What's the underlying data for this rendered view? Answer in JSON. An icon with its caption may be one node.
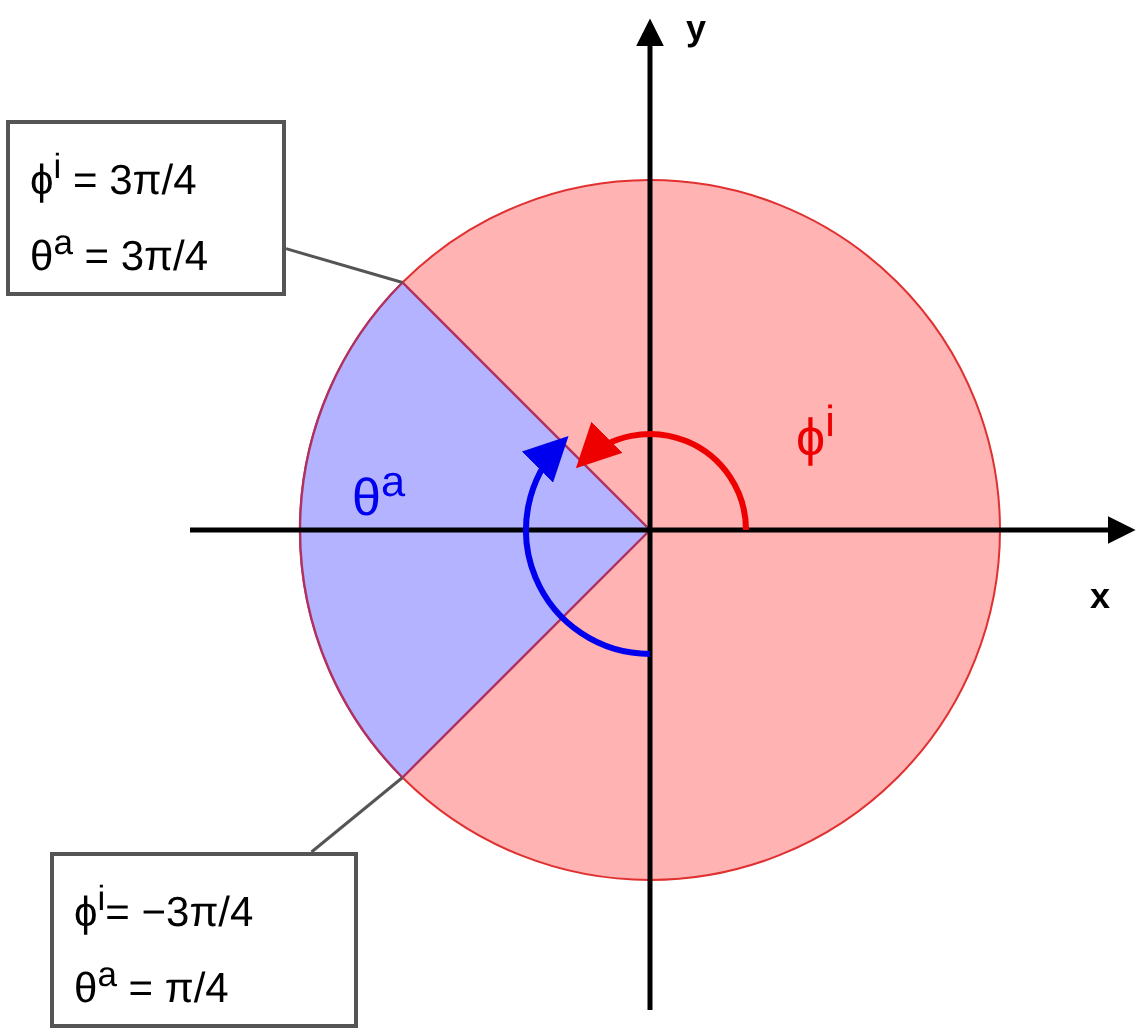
{
  "diagram": {
    "nodes": [
      {
        "text": [
          "ϕ$^{i}$ = 3π/4",
          "θ$^{a}$ = 3π/4"
        ]
      },
      {
        "text": [
          "ϕ$^{i}$= −3π/4",
          "θ$^{a}$ = π/4"
        ]
      },
      {
        "text": [],
        "shape": "sector"
      }
    ],
    "edges": [
      {
        "from": 0,
        "to": 2,
        "arrow": "none"
      },
      {
        "from": 1,
        "to": 2,
        "arrow": "none"
      }
    ],
    "labels": [
      "y",
      "ϕ$^{i}$",
      "θ$^{a}$",
      "x"
    ]
  }
}
